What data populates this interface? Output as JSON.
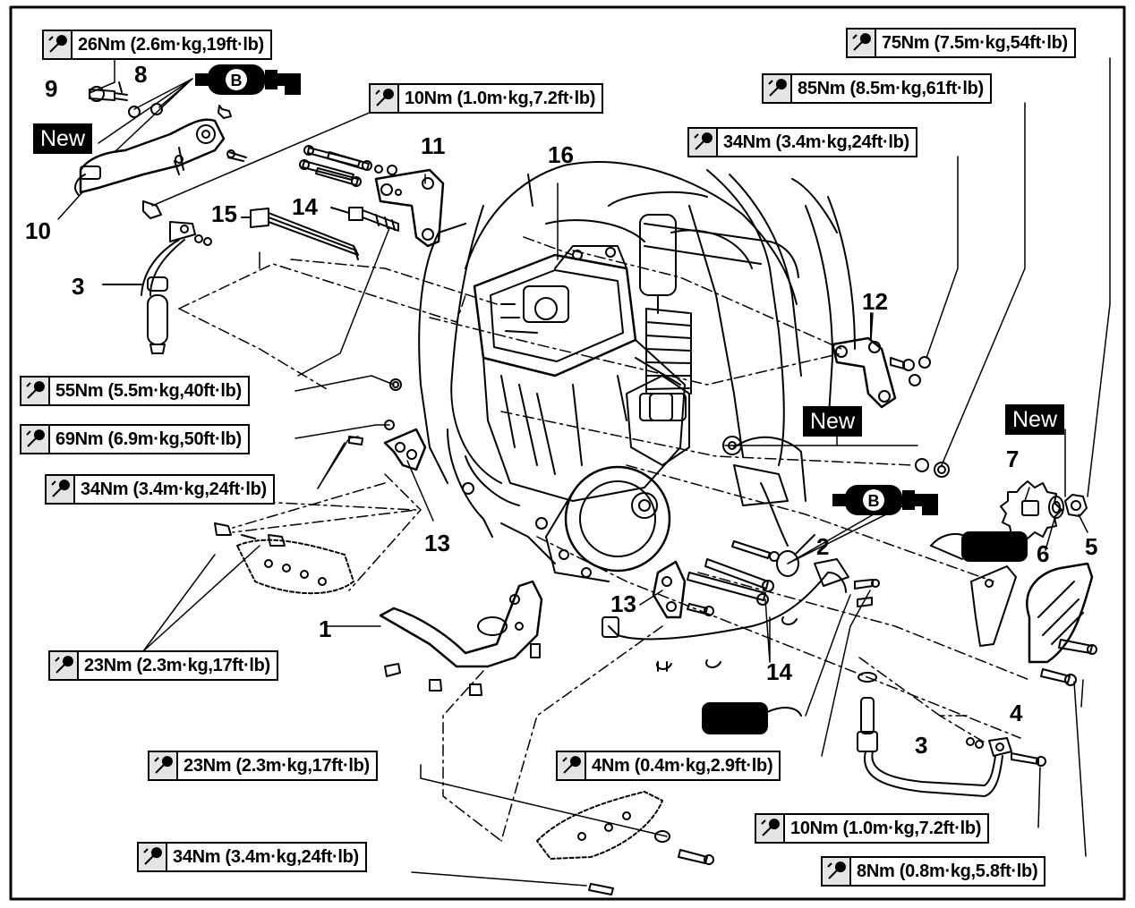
{
  "torque_labels": [
    {
      "id": "t1",
      "text": "26Nm (2.6m·kg,19ft·lb)"
    },
    {
      "id": "t2",
      "text": "10Nm (1.0m·kg,7.2ft·lb)"
    },
    {
      "id": "t3",
      "text": "75Nm (7.5m·kg,54ft·lb)"
    },
    {
      "id": "t4",
      "text": "85Nm (8.5m·kg,61ft·lb)"
    },
    {
      "id": "t5",
      "text": "34Nm (3.4m·kg,24ft·lb)"
    },
    {
      "id": "t6",
      "text": "55Nm (5.5m·kg,40ft·lb)"
    },
    {
      "id": "t7",
      "text": "69Nm (6.9m·kg,50ft·lb)"
    },
    {
      "id": "t8",
      "text": "34Nm (3.4m·kg,24ft·lb)"
    },
    {
      "id": "t9",
      "text": "23Nm (2.3m·kg,17ft·lb)"
    },
    {
      "id": "t10",
      "text": "23Nm (2.3m·kg,17ft·lb)"
    },
    {
      "id": "t11",
      "text": "4Nm (0.4m·kg,2.9ft·lb)"
    },
    {
      "id": "t12",
      "text": "10Nm (1.0m·kg,7.2ft·lb)"
    },
    {
      "id": "t13",
      "text": "34Nm (3.4m·kg,24ft·lb)"
    },
    {
      "id": "t14",
      "text": "8Nm (0.8m·kg,5.8ft·lb)"
    }
  ],
  "part_numbers": [
    {
      "id": "p9",
      "text": "9"
    },
    {
      "id": "p8",
      "text": "8"
    },
    {
      "id": "p10",
      "text": "10"
    },
    {
      "id": "p3a",
      "text": "3"
    },
    {
      "id": "p15",
      "text": "15"
    },
    {
      "id": "p14a",
      "text": "14"
    },
    {
      "id": "p11",
      "text": "11"
    },
    {
      "id": "p16",
      "text": "16"
    },
    {
      "id": "p12",
      "text": "12"
    },
    {
      "id": "p7",
      "text": "7"
    },
    {
      "id": "p6",
      "text": "6"
    },
    {
      "id": "p5",
      "text": "5"
    },
    {
      "id": "p2",
      "text": "2"
    },
    {
      "id": "p13a",
      "text": "13"
    },
    {
      "id": "p13b",
      "text": "13"
    },
    {
      "id": "p1",
      "text": "1"
    },
    {
      "id": "p14b",
      "text": "14"
    },
    {
      "id": "p4",
      "text": "4"
    },
    {
      "id": "p3b",
      "text": "3"
    }
  ],
  "new_badges": [
    {
      "id": "n1",
      "text": "New"
    },
    {
      "id": "n2",
      "text": "New"
    },
    {
      "id": "n3",
      "text": "New"
    }
  ],
  "lube_symbols": [
    {
      "id": "b1",
      "letter": "B"
    },
    {
      "id": "b2",
      "letter": "B"
    }
  ]
}
